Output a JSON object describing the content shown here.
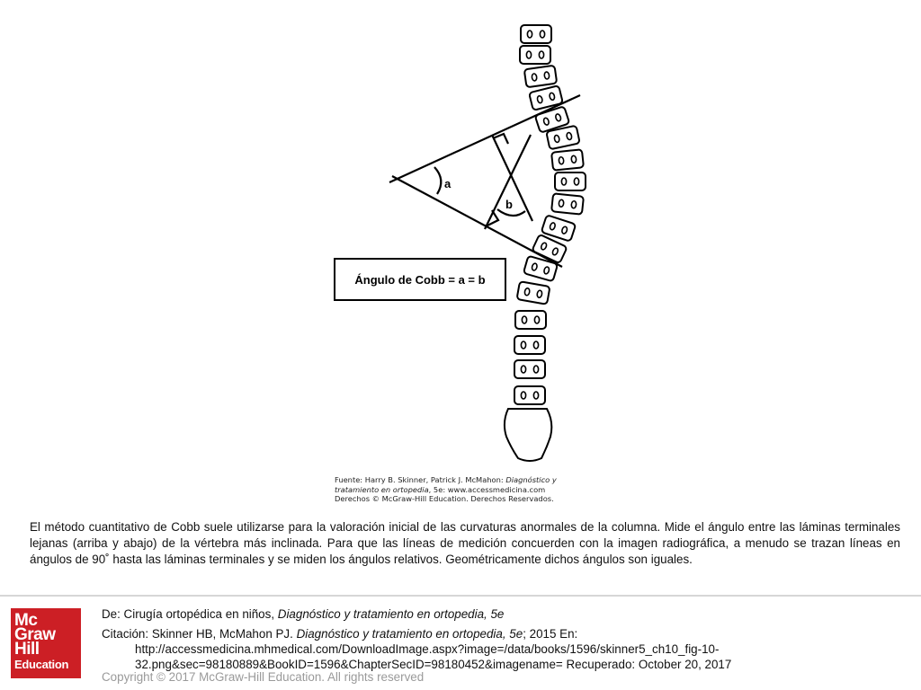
{
  "figure": {
    "angle_a": "a",
    "angle_b": "b",
    "cobb_label": "Ángulo de Cobb = a = b",
    "source": {
      "lead": "Fuente: Harry B. Skinner, Patrick J. McMahon: ",
      "title": "Diagnóstico y tratamiento en ortopedia",
      "rest": ", 5e: www.accessmedicina.com",
      "copyright": "Derechos © McGraw-Hill Education. Derechos Reservados."
    },
    "vertebrae_count": 16
  },
  "caption": "El método cuantitativo de Cobb suele utilizarse para la valoración inicial de las curvaturas anormales de la columna. Mide el ángulo entre las láminas terminales lejanas (arriba y abajo) de la vértebra más inclinada. Para que las líneas de medición concuerden con la imagen radiográfica, a menudo se trazan líneas en ángulos de 90˚   hasta las láminas terminales y se miden los ángulos relativos. Geométricamente dichos ángulos son iguales.",
  "logo": {
    "line1": "Mc",
    "line2": "Graw",
    "line3": "Hill",
    "line4": "Education",
    "color": "#cc1f25"
  },
  "reference": {
    "from_label": "De: Cirugía ortopédica en niños, ",
    "from_book": "Diagnóstico y tratamiento en ortopedia, 5e",
    "citation_label": "Citación: Skinner HB, McMahon PJ. ",
    "citation_book": "Diagnóstico y tratamiento en ortopedia, 5e",
    "citation_rest": "; 2015 En:",
    "url_line1": "http://accessmedicina.mhmedical.com/DownloadImage.aspx?image=/data/books/1596/skinner5_ch10_fig-10-",
    "url_line2": "32.png&sec=98180889&BookID=1596&ChapterSecID=98180452&imagename= Recuperado: October 20, 2017"
  },
  "copyright": "Copyright © 2017 McGraw-Hill Education. All rights reserved"
}
